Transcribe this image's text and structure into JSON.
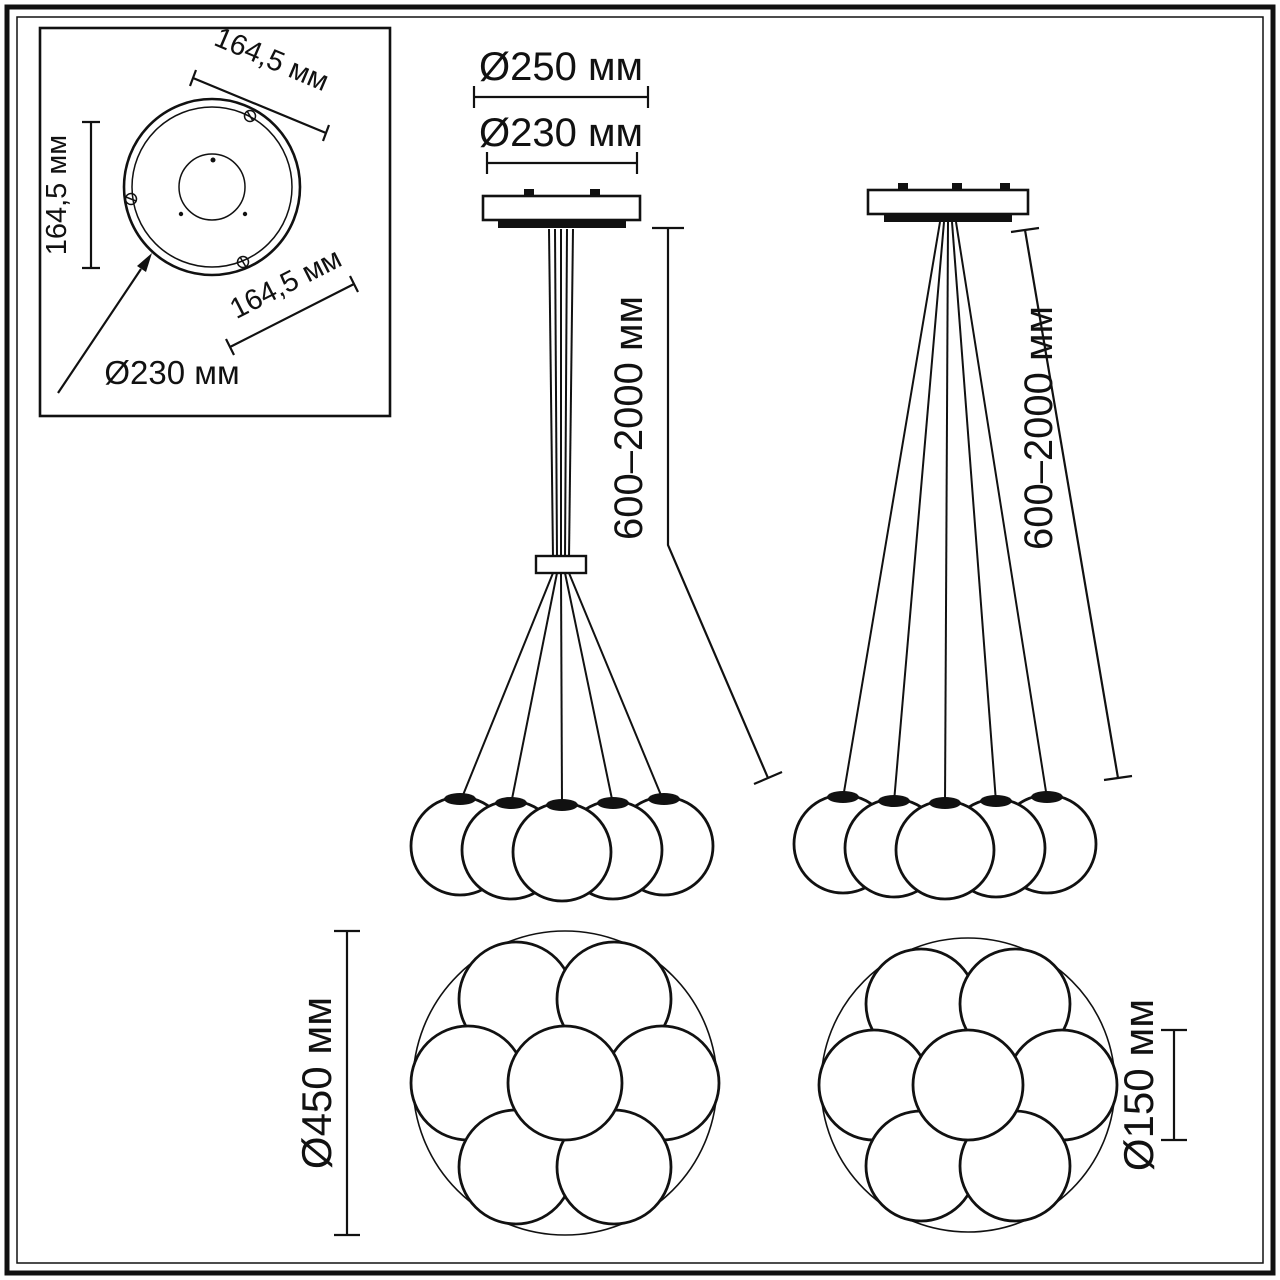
{
  "colors": {
    "line": "#111111",
    "background": "#ffffff"
  },
  "figure": {
    "inset_canopy": {
      "dim_top": "164,5 мм",
      "dim_left": "164,5 мм",
      "dim_lower": "164,5 мм",
      "dim_diameter": "Ø230 мм"
    },
    "pendant_front": {
      "dim_plate_outer": "Ø250 мм",
      "dim_plate_inner": "Ø230 мм",
      "dim_cable_length": "600–2000 мм"
    },
    "pendant_side": {
      "dim_cable_length": "600–2000 мм"
    },
    "cluster_plan_large": {
      "dim_diameter": "Ø450 мм"
    },
    "cluster_plan_small": {
      "dim_ball_diameter": "Ø150 мм"
    }
  }
}
